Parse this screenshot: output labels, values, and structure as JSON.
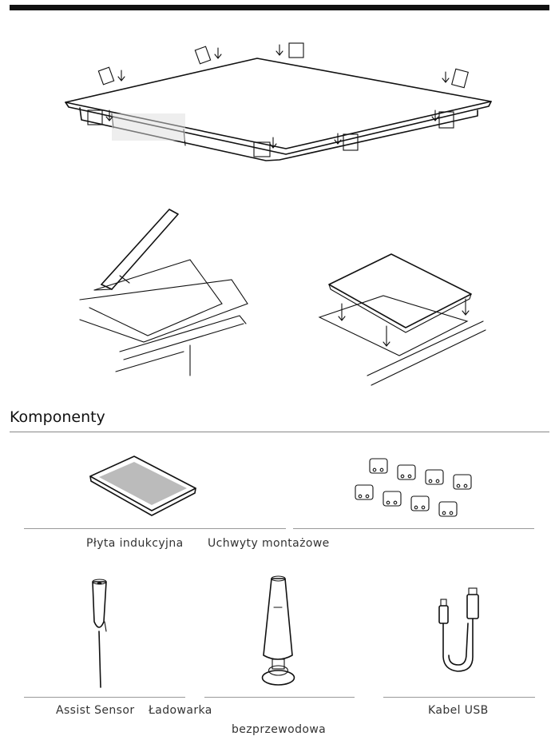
{
  "section": {
    "title": "Komponenty"
  },
  "components": [
    {
      "id": "induction-plate",
      "label": "Płyta indukcyjna"
    },
    {
      "id": "mounting-brackets",
      "label": "Uchwyty montażowe"
    },
    {
      "id": "assist-sensor",
      "label": "Assist Sensor"
    },
    {
      "id": "wireless-charger",
      "label_line1": "Ładowarka",
      "label_line2": "bezprzewodowa"
    },
    {
      "id": "usb-cable",
      "label": "Kabel USB"
    }
  ]
}
